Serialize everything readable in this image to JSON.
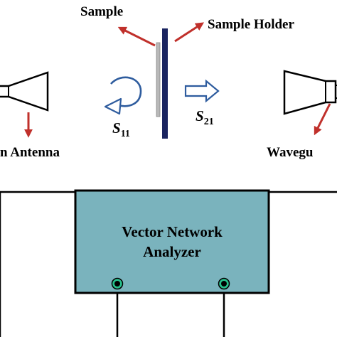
{
  "labels": {
    "sample": "Sample",
    "sample_holder": "Sample Holder",
    "horn_antenna": "n Antenna",
    "waveguide": "Wavegu",
    "s11_main": "S",
    "s11_sub": "11",
    "s21_main": "S",
    "s21_sub": "21",
    "vna_line1": "Vector Network",
    "vna_line2": "Analyzer"
  },
  "colors": {
    "red_arrow": "#c0302b",
    "blue_arrow": "#2e5c9e",
    "vna_fill": "#7ab3bd",
    "port_ring": "#27c08c",
    "holder": "#1a2460",
    "sample": "#b8b8b8"
  }
}
